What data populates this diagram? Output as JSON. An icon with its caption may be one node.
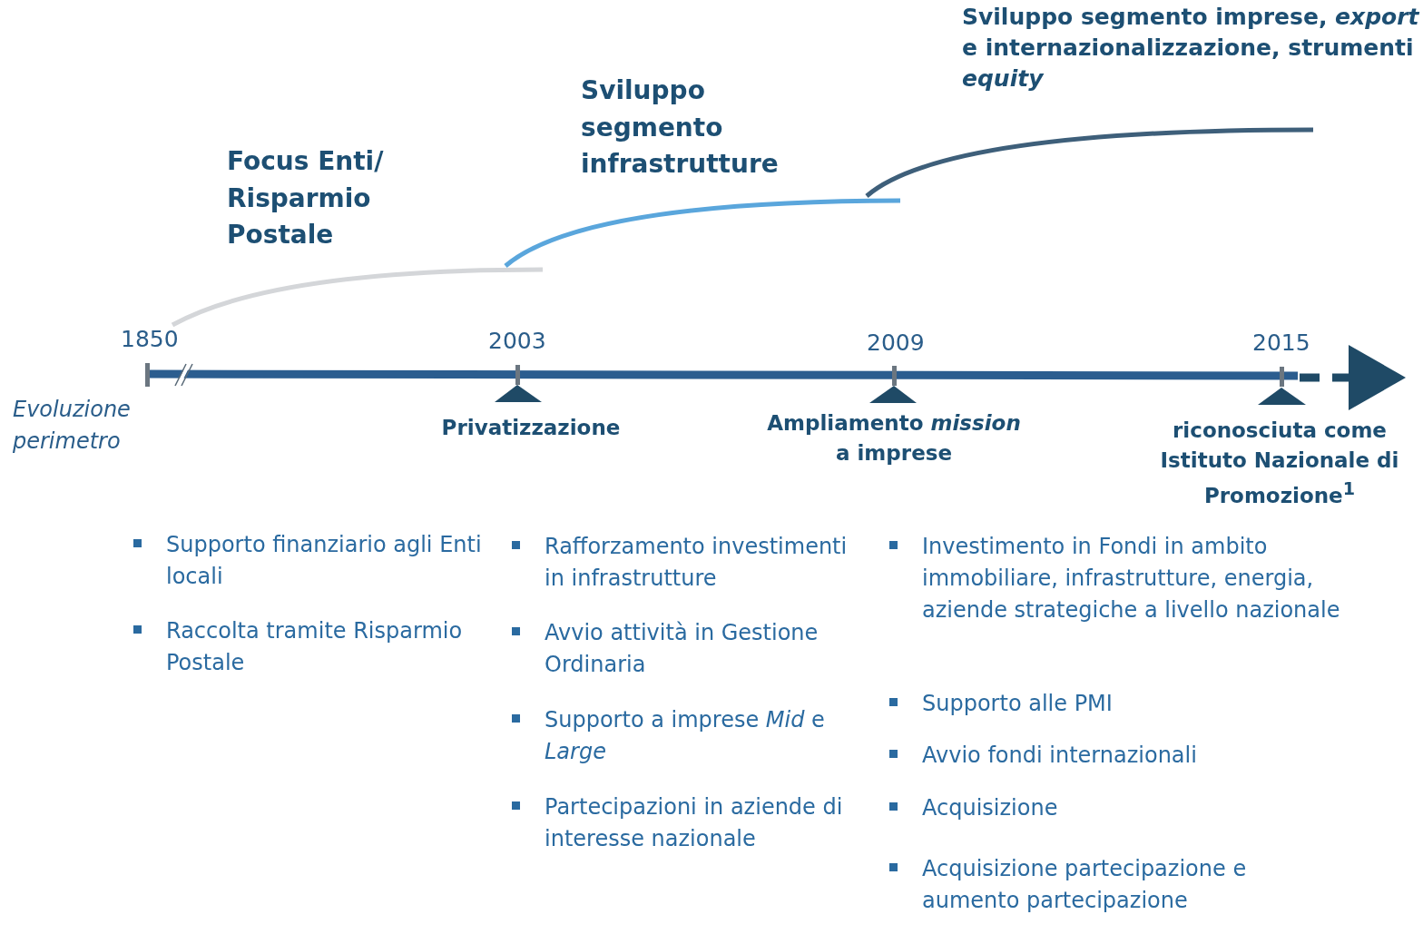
{
  "diagram": {
    "labels": [
      "Sviluppo segmento imprese, *export* e internazionalizzazione, strumenti *equity*",
      "Sviluppo segmento infrastrutture",
      "Focus Enti/ Risparmio Postale",
      "1850",
      "2003",
      "2009",
      "2015",
      "Evoluzione perimetro",
      "Privatizzazione",
      "Ampliamento *mission* a imprese",
      "riconosciuta come Istituto Nazionale di Promozione$^{1}$",
      "Supporto finanziario agli Enti locali",
      "Raccolta tramite Risparmio Postale",
      "Rafforzamento investimenti in infrastrutture",
      "Avvio attività in Gestione Ordinaria",
      "Supporto a imprese *Mid* e *Large*",
      "Partecipazioni in aziende di interesse nazionale",
      "Investimento in Fondi in ambito immobiliare, infrastrutture, energia, aziende strategiche a livello nazionale",
      "Supporto alle PMI",
      "Avvio fondi internazionali",
      "Acquisizione",
      "Acquisizione partecipazione e aumento partecipazione"
    ]
  }
}
